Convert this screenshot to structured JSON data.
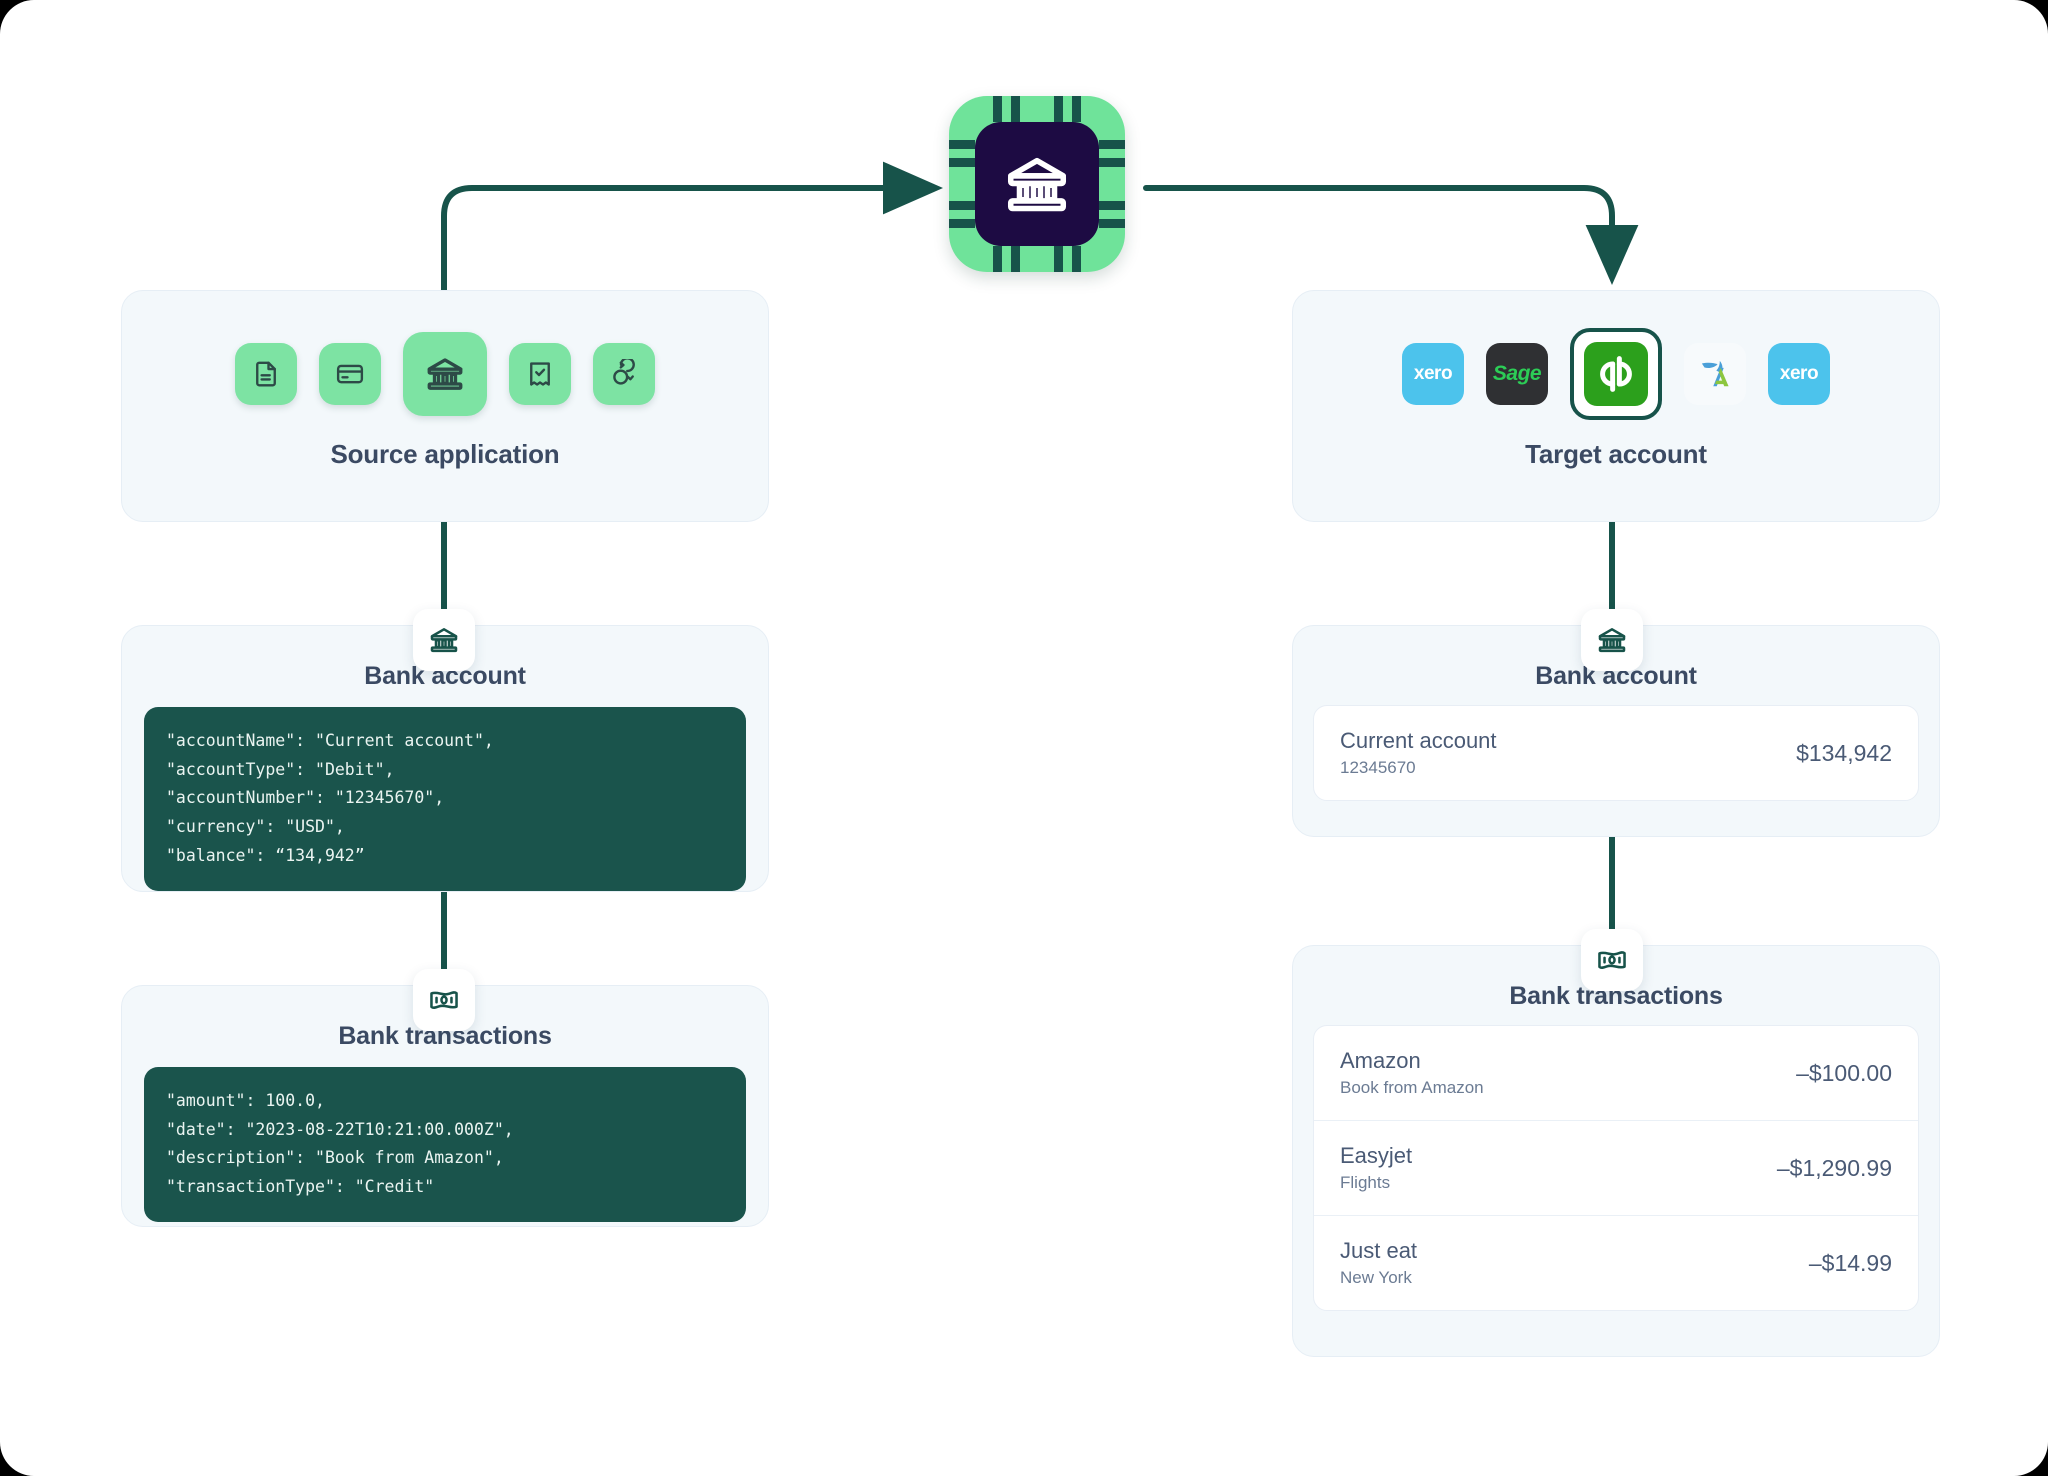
{
  "source_panel": {
    "title": "Source application",
    "icons": [
      {
        "name": "document-icon"
      },
      {
        "name": "credit-card-icon"
      },
      {
        "name": "bank-icon"
      },
      {
        "name": "receipt-check-icon"
      },
      {
        "name": "sync-refresh-icon"
      }
    ]
  },
  "target_panel": {
    "title": "Target account",
    "logos": [
      {
        "name": "xero-logo",
        "label": "xero",
        "selected": false
      },
      {
        "name": "sage-logo",
        "label": "Sage",
        "selected": false
      },
      {
        "name": "quickbooks-logo",
        "label": "qb",
        "selected": true
      },
      {
        "name": "freeagent-logo",
        "label": "",
        "selected": false
      },
      {
        "name": "xero-logo-2",
        "label": "xero",
        "selected": false
      }
    ]
  },
  "center_node": {
    "name": "bank-chip-icon"
  },
  "source_bank": {
    "badge_icon": "bank-icon",
    "title": "Bank account",
    "code": "\"accountName\": \"Current account\",\n\"accountType\": \"Debit\",\n\"accountNumber\": \"12345670\",\n\"currency\": \"USD\",\n\"balance\": “134,942”"
  },
  "source_transactions": {
    "badge_icon": "banknote-icon",
    "title": "Bank transactions",
    "code": "\"amount\": 100.0,\n\"date\": \"2023-08-22T10:21:00.000Z\",\n\"description\": \"Book from Amazon\",\n\"transactionType\": \"Credit\""
  },
  "target_bank": {
    "badge_icon": "bank-icon",
    "title": "Bank account",
    "accounts": [
      {
        "name": "Current account",
        "number": "12345670",
        "amount": "$134,942"
      }
    ]
  },
  "target_transactions": {
    "badge_icon": "banknote-icon",
    "title": "Bank transactions",
    "rows": [
      {
        "name": "Amazon",
        "sub": "Book from Amazon",
        "amount": "–$100.00"
      },
      {
        "name": "Easyjet",
        "sub": "Flights",
        "amount": "–$1,290.99"
      },
      {
        "name": "Just eat",
        "sub": "New York",
        "amount": "–$14.99"
      }
    ]
  },
  "colors": {
    "mint": "#7de3a3",
    "deep_teal": "#17534a",
    "code_bg": "#1a544c",
    "panel_bg": "#f3f8fb",
    "heading": "#3b4a63",
    "chip_core": "#1d0b43",
    "xero_blue": "#4cc3ec",
    "sage_dark": "#2f3033",
    "qb_green": "#2ca01c"
  }
}
